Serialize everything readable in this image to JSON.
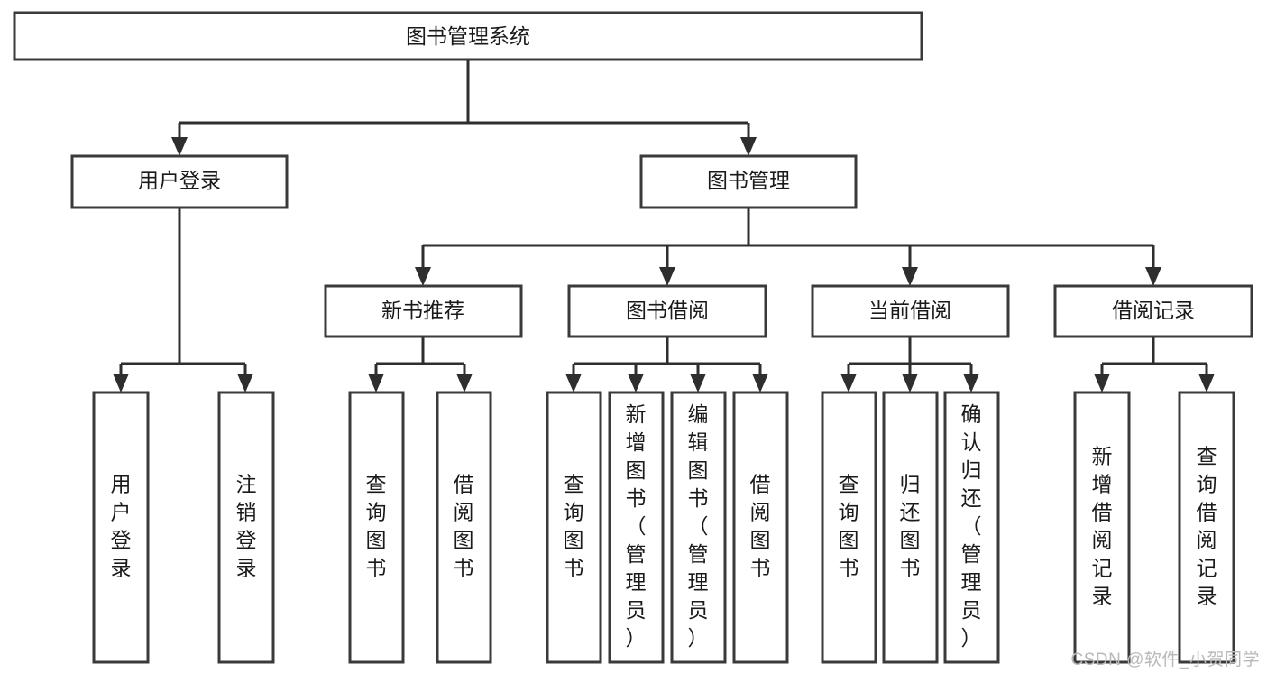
{
  "diagram": {
    "type": "tree",
    "title_node": {
      "id": "root",
      "label": "图书管理系统"
    },
    "levels": {
      "level2": [
        {
          "id": "user-login",
          "label": "用户登录"
        },
        {
          "id": "book-manage",
          "label": "图书管理"
        }
      ],
      "level3": [
        {
          "id": "new-book-recommend",
          "label": "新书推荐",
          "parent": "book-manage"
        },
        {
          "id": "book-borrow",
          "label": "图书借阅",
          "parent": "book-manage"
        },
        {
          "id": "current-borrow",
          "label": "当前借阅",
          "parent": "book-manage"
        },
        {
          "id": "borrow-record",
          "label": "借阅记录",
          "parent": "book-manage"
        }
      ],
      "leaves": [
        {
          "id": "leaf-user-login",
          "label": "用户登录",
          "parent": "user-login"
        },
        {
          "id": "leaf-logout-login",
          "label": "注销登录",
          "parent": "user-login"
        },
        {
          "id": "leaf-query-book-1",
          "label": "查询图书",
          "parent": "new-book-recommend"
        },
        {
          "id": "leaf-borrow-book-1",
          "label": "借阅图书",
          "parent": "new-book-recommend"
        },
        {
          "id": "leaf-query-book-2",
          "label": "查询图书",
          "parent": "book-borrow"
        },
        {
          "id": "leaf-add-book",
          "label": "新增图书（管理员）",
          "parent": "book-borrow"
        },
        {
          "id": "leaf-edit-book",
          "label": "编辑图书（管理员）",
          "parent": "book-borrow"
        },
        {
          "id": "leaf-borrow-book-2",
          "label": "借阅图书",
          "parent": "book-borrow"
        },
        {
          "id": "leaf-query-book-3",
          "label": "查询图书",
          "parent": "current-borrow"
        },
        {
          "id": "leaf-return-book",
          "label": "归还图书",
          "parent": "current-borrow"
        },
        {
          "id": "leaf-confirm-return",
          "label": "确认归还（管理员）",
          "parent": "current-borrow"
        },
        {
          "id": "leaf-add-record",
          "label": "新增借阅记录",
          "parent": "borrow-record"
        },
        {
          "id": "leaf-query-record",
          "label": "查询借阅记录",
          "parent": "borrow-record"
        }
      ]
    }
  },
  "watermark": {
    "text": "CSDN @软件_小贺同学"
  },
  "colors": {
    "box_stroke": "#3a3a3a",
    "connector": "#2e2e2e",
    "text": "#1a1a1a",
    "background": "#ffffff",
    "watermark": "#b9b9b9"
  }
}
